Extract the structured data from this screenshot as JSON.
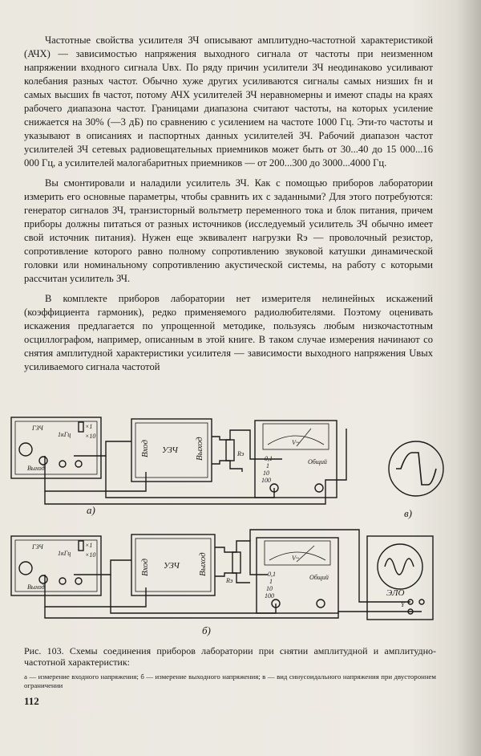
{
  "paragraphs": [
    "Частотные свойства усилителя ЗЧ описывают амплитудно-частотной характеристикой (АЧХ) — зависимостью напряжения выходного сигнала от частоты при неизменном напряжении входного сигнала Uвх. По ряду причин усилители ЗЧ неодинаково усиливают колебания разных частот. Обычно хуже других усиливаются сигналы самых низших fн и самых высших fв частот, потому АЧХ усилителей ЗЧ неравномерны и имеют спады на краях рабочего диапазона частот. Границами диапазона считают частоты, на которых усиление снижается на 30% (—3 дБ) по сравнению с усилением на частоте 1000 Гц. Эти-то частоты и указывают в описаниях и паспортных данных усилителей ЗЧ. Рабочий диапазон частот усилителей ЗЧ сетевых радиовещательных приемников может быть от 30...40 до 15 000...16 000 Гц, а усилителей малогабаритных приемников — от 200...300 до 3000...4000 Гц.",
    "Вы смонтировали и наладили усилитель ЗЧ. Как с помощью приборов лаборатории измерить его основные параметры, чтобы сравнить их с заданными? Для этого потребуются: генератор сигналов ЗЧ, транзисторный вольтметр переменного тока и блок питания, причем приборы должны питаться от разных источников (исследуемый усилитель ЗЧ обычно имеет свой источник питания). Нужен еще эквивалент нагрузки Rэ — проволочный резистор, сопротивление которого равно полному сопротивлению звуковой катушки динамической головки или номинальному сопротивлению акустической системы, на работу с которыми рассчитан усилитель ЗЧ.",
    "В комплекте приборов лаборатории нет измерителя нелинейных искажений (коэффициента гармоник), редко применяемого радиолюбителями. Поэтому оценивать искажения предлагается по упрощенной методике, пользуясь любым низкочастотным осциллографом, например, описанным в этой книге. В таком случае измерения начинают со снятия амплитудной характеристики усилителя — зависимости выходного напряжения Uвых усиливаемого сигнала частотой"
  ],
  "diagram": {
    "gen_label": "ГЗЧ",
    "gen_freq": "1кГц",
    "gen_out": "Выход",
    "gen_x1": "×1",
    "gen_x10": "×10",
    "amp_in": "Вход",
    "amp_name": "УЗЧ",
    "amp_out": "Выход",
    "load": "Rэ",
    "volt_symbol": "V~",
    "ranges": [
      "0,1",
      "1",
      "10",
      "100"
    ],
    "common": "Общий",
    "scope": "ЭЛО",
    "scope_y": "Y",
    "label_a": "а)",
    "label_b": "б)",
    "label_c": "в)"
  },
  "caption": "Рис. 103. Схемы соединения приборов лаборатории при снятии амплитудной и амплитудно-частотной характеристик:",
  "caption_sub": "а — измерение входного напряжения; б — измерение выходного напряжения; в — вид синусоидального напряжения при двустороннем ограничении",
  "page_number": "112"
}
